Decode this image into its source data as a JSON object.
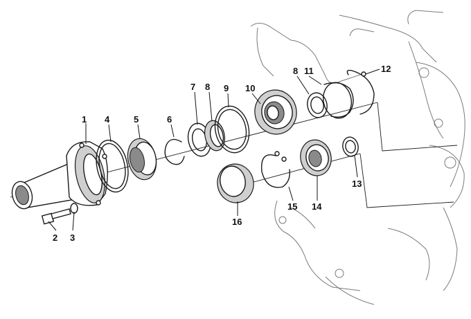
{
  "diagram": {
    "parts": [
      {
        "num": "1"
      },
      {
        "num": "2"
      },
      {
        "num": "3"
      },
      {
        "num": "4"
      },
      {
        "num": "5"
      },
      {
        "num": "6"
      },
      {
        "num": "7"
      },
      {
        "num": "8"
      },
      {
        "num": "9"
      },
      {
        "num": "10"
      },
      {
        "num": "8"
      },
      {
        "num": "11"
      },
      {
        "num": "12"
      },
      {
        "num": "13"
      },
      {
        "num": "14"
      },
      {
        "num": "15"
      },
      {
        "num": "16"
      }
    ]
  }
}
